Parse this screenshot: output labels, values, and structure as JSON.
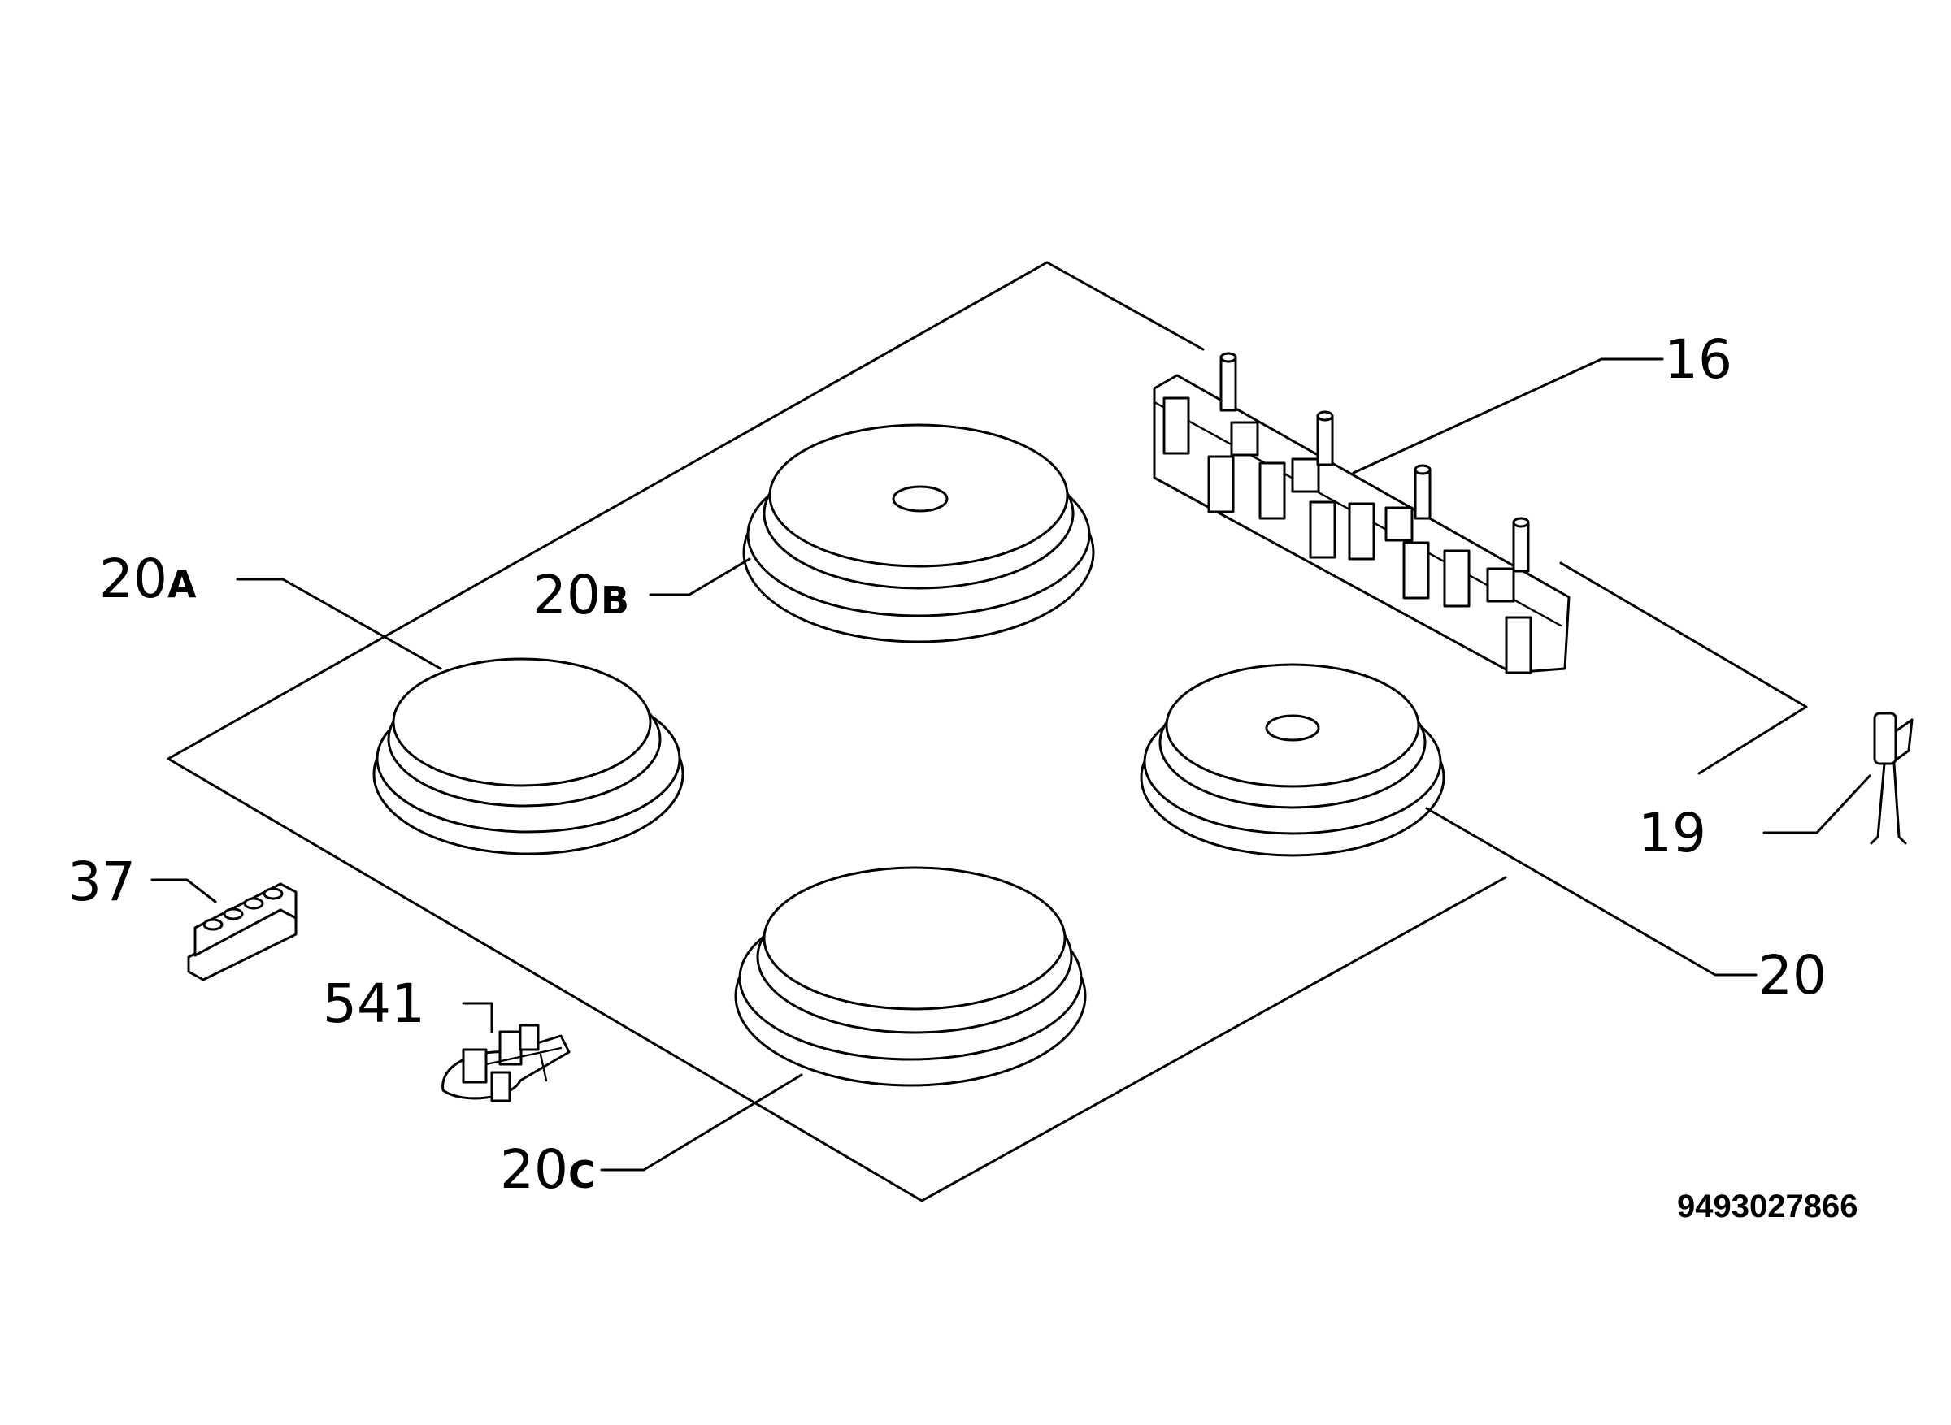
{
  "labels": {
    "p16": "16",
    "p20a_num": "20",
    "p20a_suffix": "A",
    "p20b_num": "20",
    "p20b_suffix": "B",
    "p20c_num": "20",
    "p20c_suffix": "C",
    "p20": "20",
    "p19": "19",
    "p37": "37",
    "p541": "541"
  },
  "drawing_code": "9493027866"
}
